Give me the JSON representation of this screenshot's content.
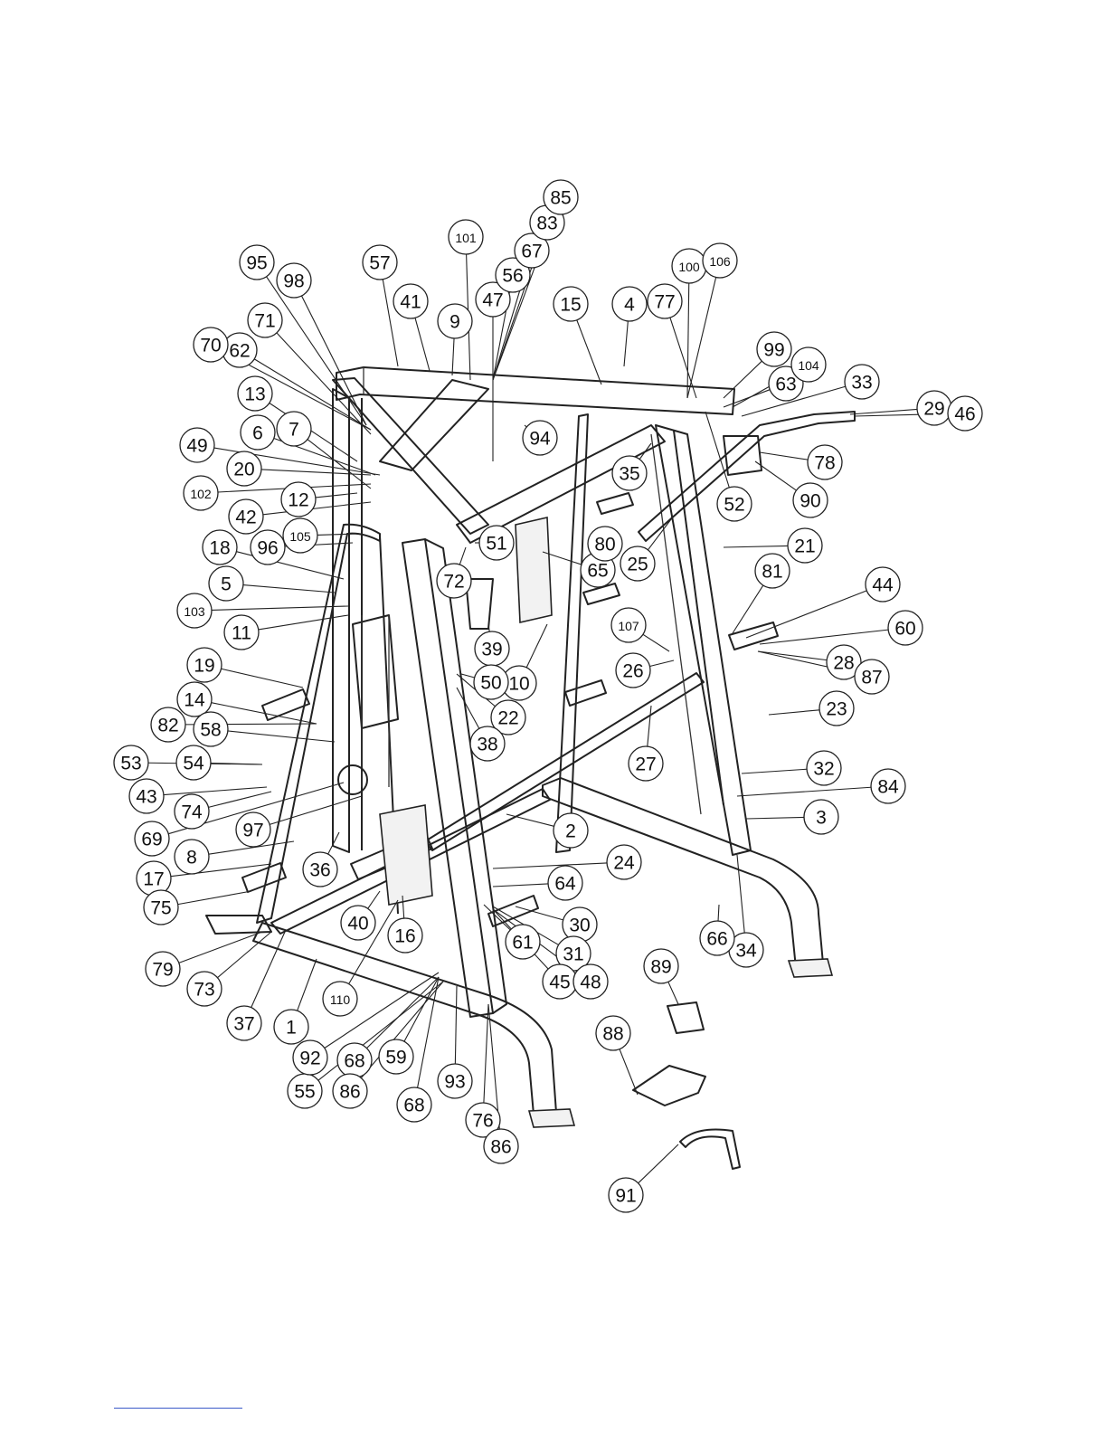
{
  "diagram": {
    "type": "exploded-parts-diagram",
    "subject": "multi-station gym frame",
    "part_numbers": [
      "1",
      "2",
      "3",
      "4",
      "5",
      "6",
      "7",
      "8",
      "9",
      "10",
      "11",
      "12",
      "13",
      "14",
      "15",
      "16",
      "17",
      "18",
      "19",
      "20",
      "21",
      "22",
      "23",
      "24",
      "25",
      "26",
      "27",
      "28",
      "29",
      "30",
      "31",
      "32",
      "33",
      "34",
      "35",
      "36",
      "37",
      "38",
      "39",
      "40",
      "41",
      "42",
      "43",
      "44",
      "45",
      "46",
      "47",
      "48",
      "49",
      "50",
      "51",
      "52",
      "53",
      "54",
      "55",
      "56",
      "57",
      "58",
      "59",
      "60",
      "61",
      "62",
      "63",
      "64",
      "65",
      "66",
      "67",
      "68",
      "68",
      "69",
      "70",
      "71",
      "72",
      "73",
      "74",
      "75",
      "76",
      "77",
      "78",
      "79",
      "80",
      "81",
      "82",
      "83",
      "84",
      "85",
      "86",
      "86",
      "87",
      "88",
      "89",
      "90",
      "91",
      "92",
      "93",
      "94",
      "95",
      "96",
      "97",
      "98",
      "99",
      "100",
      "101",
      "102",
      "103",
      "104",
      "105",
      "106",
      "107",
      "110"
    ]
  },
  "colors": {
    "line": "#222222",
    "footer_rule": "#3a5ac8"
  }
}
